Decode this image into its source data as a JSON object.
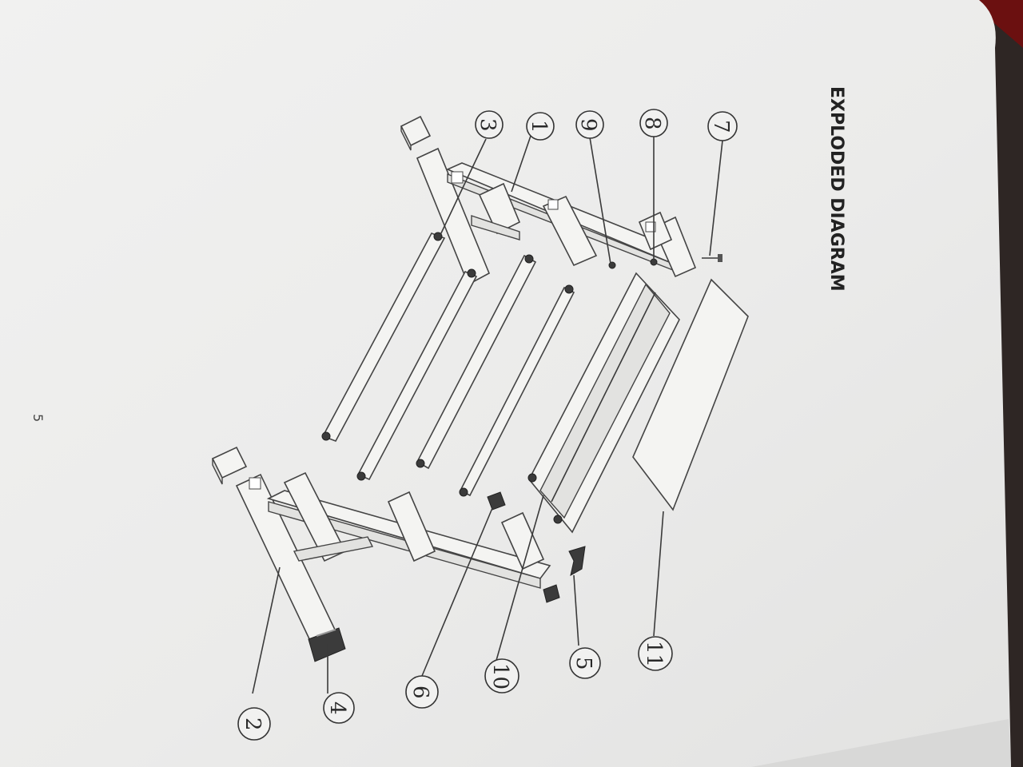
{
  "document": {
    "title": "EXPLODED DIAGRAM",
    "page_number": "5",
    "orientation": "rotated-90-clockwise",
    "paper_color": "#ededec",
    "background_color": "#2e2624"
  },
  "part_labels": [
    {
      "id": "1",
      "label": "1"
    },
    {
      "id": "2",
      "label": "2"
    },
    {
      "id": "3",
      "label": "3"
    },
    {
      "id": "4",
      "label": "4"
    },
    {
      "id": "5",
      "label": "5"
    },
    {
      "id": "6",
      "label": "6"
    },
    {
      "id": "7",
      "label": "7"
    },
    {
      "id": "8",
      "label": "8"
    },
    {
      "id": "9",
      "label": "9"
    },
    {
      "id": "10",
      "label": "10"
    },
    {
      "id": "11",
      "label": "11"
    }
  ]
}
